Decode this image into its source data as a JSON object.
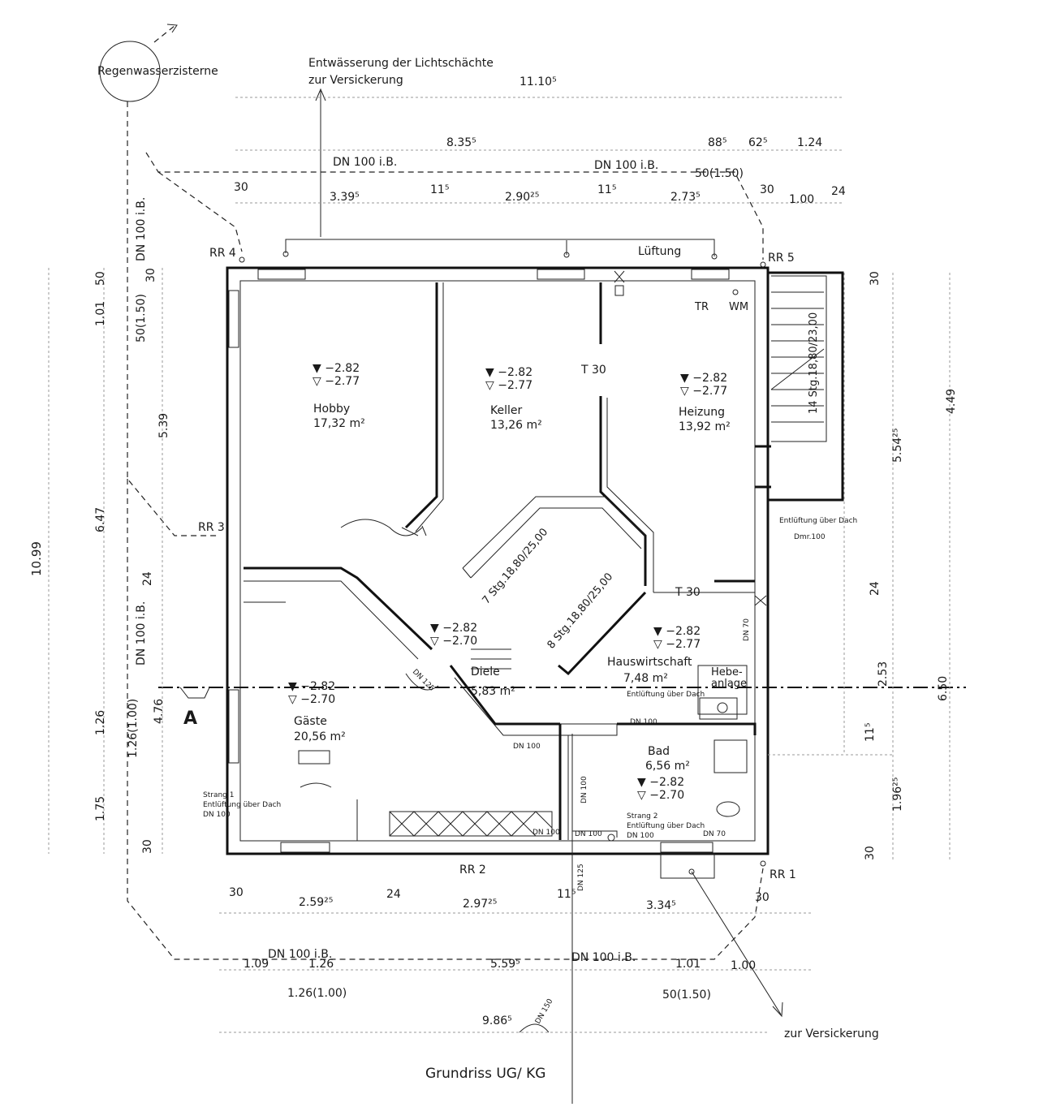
{
  "title": "Grundriss UG/ KG",
  "cistern": "Regenwasserzisterne",
  "drainage_note_1": "Entwässerung der Lichtschächte",
  "drainage_note_2": "zur Versickerung",
  "exit_note": "zur Versickerung",
  "ventilation": "Lüftung",
  "section_marker": "A",
  "rooms": {
    "hobby": {
      "name": "Hobby",
      "area": "17,32 m²",
      "level1": "▼ −2.82",
      "level2": "▽ −2.77"
    },
    "keller": {
      "name": "Keller",
      "area": "13,26 m²",
      "level1": "▼ −2.82",
      "level2": "▽ −2.77"
    },
    "heizung": {
      "name": "Heizung",
      "area": "13,92 m²",
      "level1": "▼ −2.82",
      "level2": "▽ −2.77"
    },
    "diele": {
      "name": "Diele",
      "area": "5,83 m²",
      "level1": "▼ −2.82",
      "level2": "▽ −2.70"
    },
    "gaeste": {
      "name": "Gäste",
      "area": "20,56 m²",
      "level1": "▼ −2.82",
      "level2": "▽ −2.70"
    },
    "hauswirtschaft": {
      "name": "Hauswirtschaft",
      "area": "7,48 m²",
      "level1": "▼ −2.82",
      "level2": "▽ −2.77"
    },
    "bad": {
      "name": "Bad",
      "area": "6,56 m²",
      "level1": "▼ −2.82",
      "level2": "▽ −2.70"
    }
  },
  "labels": {
    "rr4": "RR 4",
    "rr5": "RR 5",
    "rr1": "RR 1",
    "rr2": "RR 2",
    "rr3": "RR 3",
    "t30_top": "T 30",
    "t30_mid": "T 30",
    "tr": "TR",
    "wm": "WM",
    "hebeanlage_1": "Hebe-",
    "hebeanlage_2": "anlage",
    "stair_main_1": "7 Stg.18,80/25,00",
    "stair_main_2": "8 Stg.18,80/25,00",
    "stair_side": "14 Stg.18,80/23,00",
    "vent_roof_1": "Entlüftung über Dach",
    "vent_roof_2": "Dmr.100",
    "vent_hw": "Entlüftung über Dach",
    "strang1_a": "Strang 1",
    "strang1_b": "Entlüftung über Dach",
    "strang1_c": "DN 100",
    "strang2_a": "Strang 2",
    "strang2_b": "Entlüftung über Dach",
    "strang2_c": "DN 100"
  },
  "pipes": {
    "dn_top_left": "DN 100 i.B.",
    "dn_top_right": "DN 100 i.B.",
    "dn_left_vertical": "DN 100 i.B.",
    "dn_left_vertical_2": "DN 100 i.B.",
    "dn_bottom_left": "DN 100 i.B.",
    "dn_bottom_right": "DN 100 i.B.",
    "dn_diele": "DN 100",
    "dn_hw": "DN 100",
    "dn_bad_1": "DN 100",
    "dn_bad_2": "DN 100",
    "dn_bad_3": "DN 100",
    "dn_bad_vert": "DN 100",
    "dn_70_a": "DN 70",
    "dn_70_b": "DN 70",
    "dn_125": "DN 125",
    "dn_150": "DN 150",
    "dn_diele_diag": "DN 125"
  },
  "dims_top": {
    "total": "11.10⁵",
    "d1": "8.35⁵",
    "d2": "88⁵",
    "d3": "62⁵",
    "d4": "1.24",
    "d5": "30",
    "d6": "3.39⁵",
    "d7": "11⁵",
    "d8": "2.90²⁵",
    "d9": "11⁵",
    "d10": "2.73⁵",
    "d11": "30",
    "d12": "1.00",
    "d13": "24",
    "d14": "50(1.50)"
  },
  "dims_bottom": {
    "b1": "30",
    "b2": "2.59²⁵",
    "b3": "24",
    "b4": "2.97²⁵",
    "b5": "11⁵",
    "b6": "3.34⁵",
    "b7": "30",
    "b8": "1.09",
    "b9": "1.26",
    "b10": "5.59⁵",
    "b11": "1.01",
    "b12": "1.00",
    "b13": "1.26(1.00)",
    "b14": "50(1.50)",
    "b15": "9.86⁵"
  },
  "dims_left": {
    "total": "10.99",
    "l1": "1.01",
    "l2": "50",
    "l3": "50(1.50)",
    "l4": "30",
    "l5": "5.39",
    "l6": "6.47",
    "l7": "24",
    "l8": "4.76",
    "l9": "1.26",
    "l10": "1.26(1.00)",
    "l11": "1.75",
    "l12": "30"
  },
  "dims_right": {
    "r1": "30",
    "r2": "4.49",
    "r3": "5.54²⁵",
    "r4": "24",
    "r5": "2.53",
    "r6": "6.50",
    "r7": "11⁵",
    "r8": "1.96²⁵",
    "r9": "30"
  }
}
